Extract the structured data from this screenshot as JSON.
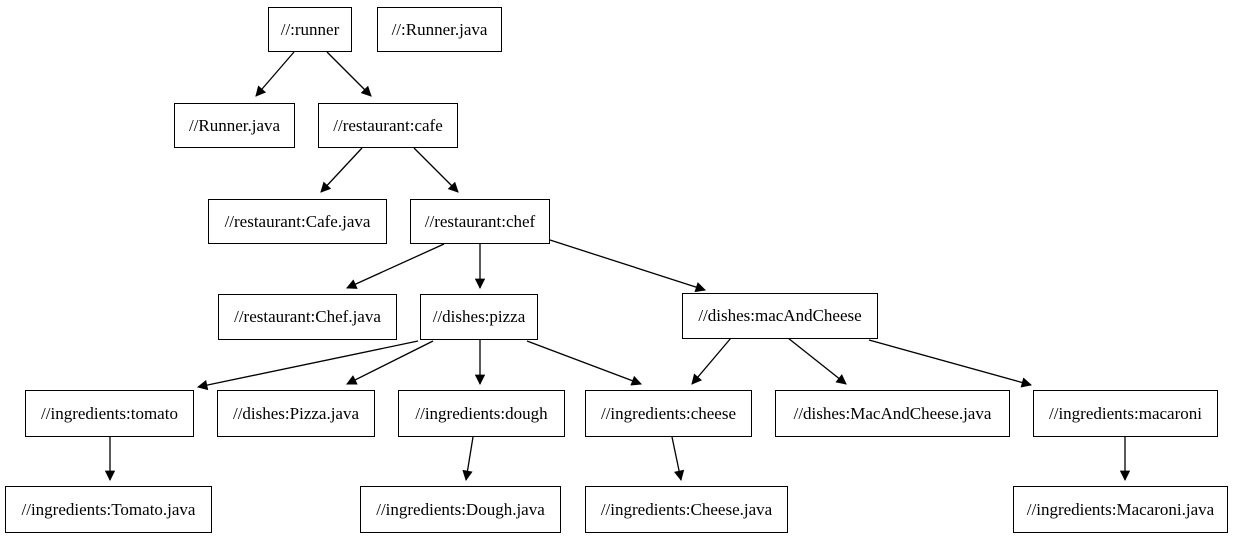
{
  "diagram": {
    "kind": "dependency-graph",
    "colors": {
      "background": "#ffffff",
      "node_fill": "#ffffff",
      "node_border": "#000000",
      "edge": "#000000",
      "text": "#000000"
    },
    "nodes": [
      {
        "id": "runner",
        "label": "//:runner"
      },
      {
        "id": "runner-java-root",
        "label": "//:Runner.java"
      },
      {
        "id": "runner-java",
        "label": "//Runner.java"
      },
      {
        "id": "cafe",
        "label": "//restaurant:cafe"
      },
      {
        "id": "cafe-java",
        "label": "//restaurant:Cafe.java"
      },
      {
        "id": "chef",
        "label": "//restaurant:chef"
      },
      {
        "id": "chef-java",
        "label": "//restaurant:Chef.java"
      },
      {
        "id": "pizza",
        "label": "//dishes:pizza"
      },
      {
        "id": "mac-and-cheese",
        "label": "//dishes:macAndCheese"
      },
      {
        "id": "tomato",
        "label": "//ingredients:tomato"
      },
      {
        "id": "pizza-java",
        "label": "//dishes:Pizza.java"
      },
      {
        "id": "dough",
        "label": "//ingredients:dough"
      },
      {
        "id": "cheese",
        "label": "//ingredients:cheese"
      },
      {
        "id": "mac-and-cheese-java",
        "label": "//dishes:MacAndCheese.java"
      },
      {
        "id": "macaroni",
        "label": "//ingredients:macaroni"
      },
      {
        "id": "tomato-java",
        "label": "//ingredients:Tomato.java"
      },
      {
        "id": "dough-java",
        "label": "//ingredients:Dough.java"
      },
      {
        "id": "cheese-java",
        "label": "//ingredients:Cheese.java"
      },
      {
        "id": "macaroni-java",
        "label": "//ingredients:Macaroni.java"
      }
    ],
    "edges": [
      {
        "from": "runner",
        "to": "runner-java"
      },
      {
        "from": "runner",
        "to": "cafe"
      },
      {
        "from": "cafe",
        "to": "cafe-java"
      },
      {
        "from": "cafe",
        "to": "chef"
      },
      {
        "from": "chef",
        "to": "chef-java"
      },
      {
        "from": "chef",
        "to": "pizza"
      },
      {
        "from": "chef",
        "to": "mac-and-cheese"
      },
      {
        "from": "pizza",
        "to": "tomato"
      },
      {
        "from": "pizza",
        "to": "pizza-java"
      },
      {
        "from": "pizza",
        "to": "dough"
      },
      {
        "from": "pizza",
        "to": "cheese"
      },
      {
        "from": "mac-and-cheese",
        "to": "cheese"
      },
      {
        "from": "mac-and-cheese",
        "to": "mac-and-cheese-java"
      },
      {
        "from": "mac-and-cheese",
        "to": "macaroni"
      },
      {
        "from": "tomato",
        "to": "tomato-java"
      },
      {
        "from": "dough",
        "to": "dough-java"
      },
      {
        "from": "cheese",
        "to": "cheese-java"
      },
      {
        "from": "macaroni",
        "to": "macaroni-java"
      }
    ]
  }
}
